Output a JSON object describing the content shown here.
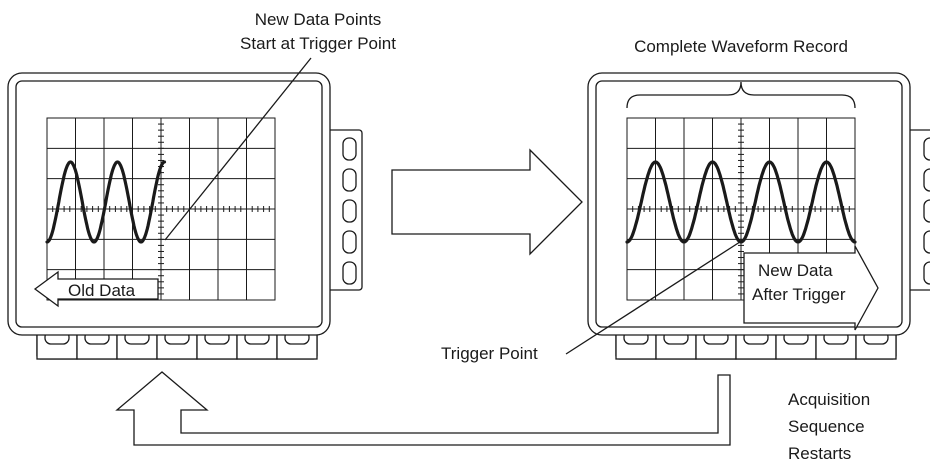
{
  "labels": {
    "new_data_points_line1": "New Data Points",
    "new_data_points_line2": "Start at Trigger Point",
    "complete_waveform_record": "Complete Waveform Record",
    "old_data": "Old Data",
    "new_data_line1": "New Data",
    "new_data_line2": "After Trigger",
    "trigger_point": "Trigger Point",
    "acquisition_line1": "Acquisition",
    "acquisition_line2": "Sequence",
    "acquisition_line3": "Restarts"
  },
  "colors": {
    "stroke": "#1a1a1a",
    "background": "#ffffff"
  },
  "scope_left": {
    "side_buttons": 5,
    "bottom_buttons": 7,
    "wave_cycles": 2.5
  },
  "scope_right": {
    "side_buttons": 5,
    "bottom_buttons": 7,
    "wave_cycles": 4
  }
}
